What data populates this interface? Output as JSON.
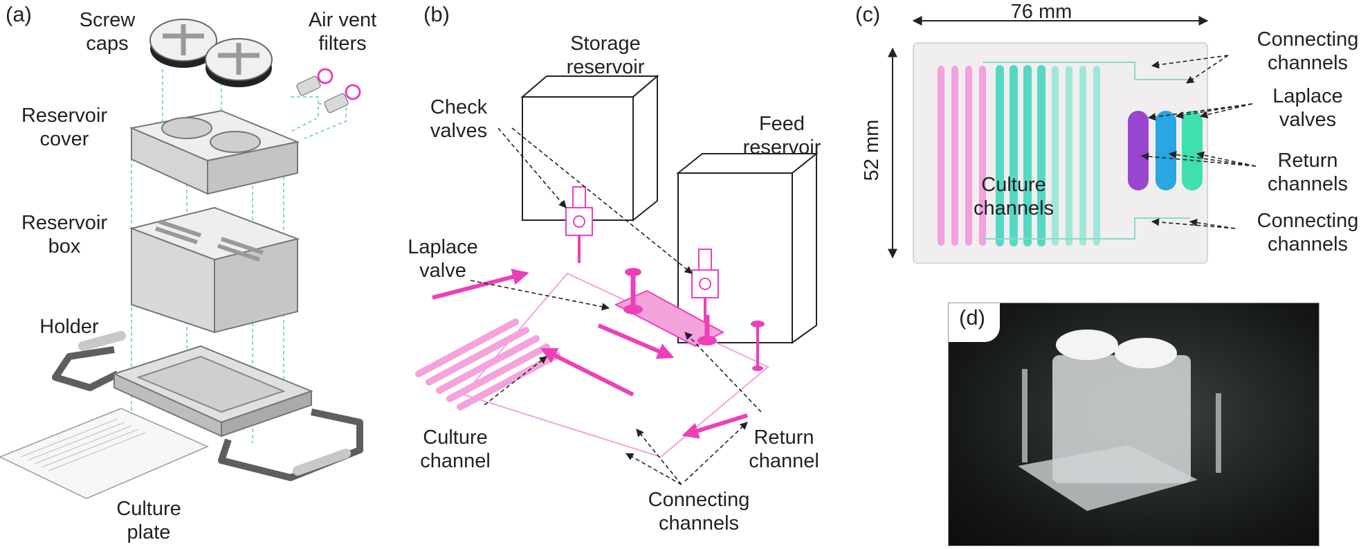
{
  "panels": {
    "a": {
      "tag": "(a)",
      "labels": {
        "screw_caps": [
          "Screw",
          "caps"
        ],
        "air_vent": [
          "Air vent",
          "filters"
        ],
        "reservoir_cover": [
          "Reservoir",
          "cover"
        ],
        "reservoir_box": [
          "Reservoir",
          "box"
        ],
        "holder": "Holder",
        "culture_plate": [
          "Culture",
          "plate"
        ]
      }
    },
    "b": {
      "tag": "(b)",
      "labels": {
        "storage_reservoir": [
          "Storage",
          "reservoir"
        ],
        "check_valves": [
          "Check",
          "valves"
        ],
        "feed_reservoir": [
          "Feed",
          "reservoir"
        ],
        "laplace_valve": [
          "Laplace",
          "valve"
        ],
        "culture_channel": [
          "Culture",
          "channel"
        ],
        "return_channel": [
          "Return",
          "channel"
        ],
        "connecting_channels": [
          "Connecting",
          "channels"
        ]
      }
    },
    "c": {
      "tag": "(c)",
      "labels": {
        "width": "76 mm",
        "height": "52 mm",
        "culture_channels": [
          "Culture",
          "channels"
        ],
        "connecting_channels_top": [
          "Connecting",
          "channels"
        ],
        "laplace_valves": [
          "Laplace",
          "valves"
        ],
        "return_channels": [
          "Return",
          "channels"
        ],
        "connecting_channels_bottom": [
          "Connecting",
          "channels"
        ]
      }
    },
    "d": {
      "tag": "(d)"
    }
  },
  "colors": {
    "magenta": "#ee3fb8",
    "magenta_light": "#f5a3dc",
    "cyan_dashed": "#5ec9cf",
    "teal": "#56d9c4",
    "purple": "#9a45d0",
    "blue": "#2aa6e0",
    "green": "#3fe0b0",
    "gray_part": "#dcdcdc",
    "dark_frame": "#5b5f62"
  }
}
